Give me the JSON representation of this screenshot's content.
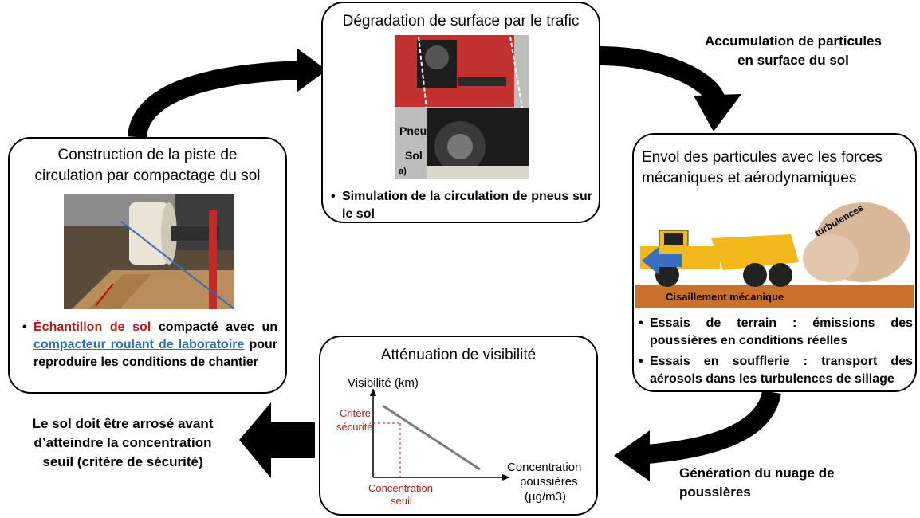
{
  "boxes": {
    "construction": {
      "title_line1": "Construction de la piste de",
      "title_line2": "circulation par compactage du sol",
      "bullet_red": "Échantillon de sol ",
      "bullet_mid1": "compacté avec un ",
      "bullet_blue": "compacteur roulant de laboratoire",
      "bullet_rest": " pour reproduire les conditions de chantier"
    },
    "degradation": {
      "title": "Dégradation de surface par le trafic",
      "label_pneu": "Pneu",
      "label_sol": "Sol",
      "label_a": "a)",
      "bullet": "Simulation de la circulation de pneus sur le sol"
    },
    "envol": {
      "title_line1": "Envol des particules avec les forces",
      "title_line2": "mécaniques et aérodynamiques",
      "label_turbulences": "turbulences",
      "label_cisaillement": "Cisaillement mécanique",
      "bullet1": "Essais de terrain : émissions des poussières en conditions réelles",
      "bullet2": "Essais en soufflerie : transport des aérosols dans les turbulences de sillage"
    },
    "attenuation": {
      "title": "Atténuation de visibilité",
      "ylabel": "Visibilité (km)",
      "xlabel_line1": "Concentration",
      "xlabel_line2": "poussières",
      "xlabel_line3": "(µg/m3)",
      "critere_line1": "Critère",
      "critere_line2": "sécurité",
      "seuil_line1": "Concentration",
      "seuil_line2": "seuil"
    }
  },
  "captions": {
    "accumulation_line1": "Accumulation de particules",
    "accumulation_line2": "en surface du sol",
    "generation_line1": "Génération du nuage de",
    "generation_line2": "poussières",
    "arrosage_line1": "Le sol doit être arrosé avant",
    "arrosage_line2": "d’atteindre la concentration",
    "arrosage_line3": "seuil (critère de sécurité)"
  },
  "colors": {
    "threshold_red": "#b01c1c",
    "link_blue": "#2e6db4",
    "ground_orange": "#c8712a",
    "truck_yellow": "#f2b81c",
    "arrow_blue": "#3a6fc0"
  }
}
